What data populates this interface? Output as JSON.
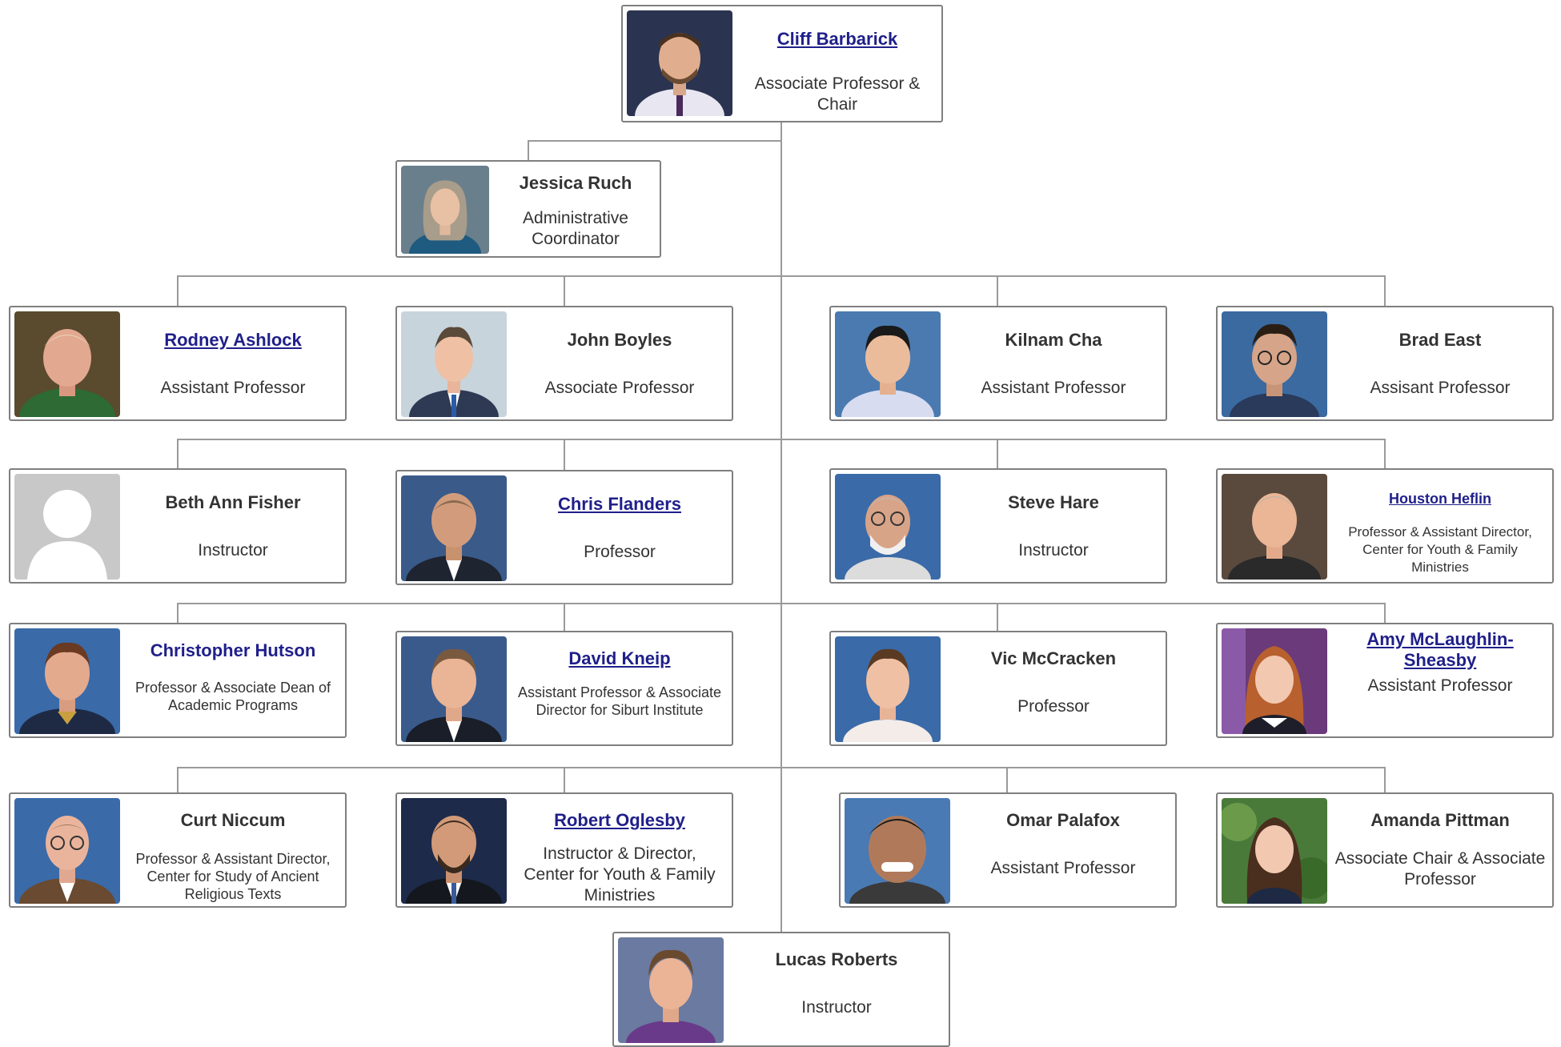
{
  "colors": {
    "link": "#1f1f8a",
    "text": "#333333",
    "border": "#7f7f7f",
    "connector": "#9a9a9a"
  },
  "chair": {
    "name": "Cliff Barbarick",
    "title": "Associate Professor & Chair"
  },
  "admin": {
    "name": "Jessica Ruch",
    "title": "Administrative Coordinator"
  },
  "members": [
    {
      "name": "Rodney Ashlock",
      "title": "Assistant Professor"
    },
    {
      "name": "John Boyles",
      "title": "Associate Professor"
    },
    {
      "name": "Kilnam Cha",
      "title": "Assistant Professor"
    },
    {
      "name": "Brad East",
      "title": "Assisant Professor"
    },
    {
      "name": "Beth Ann Fisher",
      "title": "Instructor"
    },
    {
      "name": "Chris Flanders",
      "title": "Professor"
    },
    {
      "name": "Steve Hare",
      "title": "Instructor"
    },
    {
      "name": "Houston Heflin",
      "title": "Professor & Assistant Director, Center for Youth & Family Ministries"
    },
    {
      "name": "Christopher Hutson",
      "title": "Professor & Associate Dean of Academic Programs"
    },
    {
      "name": "David Kneip",
      "title": "Assistant Professor & Associate Director for Siburt Institute"
    },
    {
      "name": "Vic McCracken",
      "title": "Professor"
    },
    {
      "name": "Amy McLaughlin-Sheasby",
      "title": "Assistant Professor"
    },
    {
      "name": "Curt Niccum",
      "title": "Professor & Assistant Director, Center for Study of Ancient Religious Texts"
    },
    {
      "name": "Robert Oglesby",
      "title": "Instructor & Director, Center for Youth & Family Ministries"
    },
    {
      "name": "Omar Palafox",
      "title": "Assistant Professor"
    },
    {
      "name": "Amanda Pittman",
      "title": "Associate Chair & Associate Professor"
    },
    {
      "name": "Lucas Roberts",
      "title": "Instructor"
    }
  ]
}
